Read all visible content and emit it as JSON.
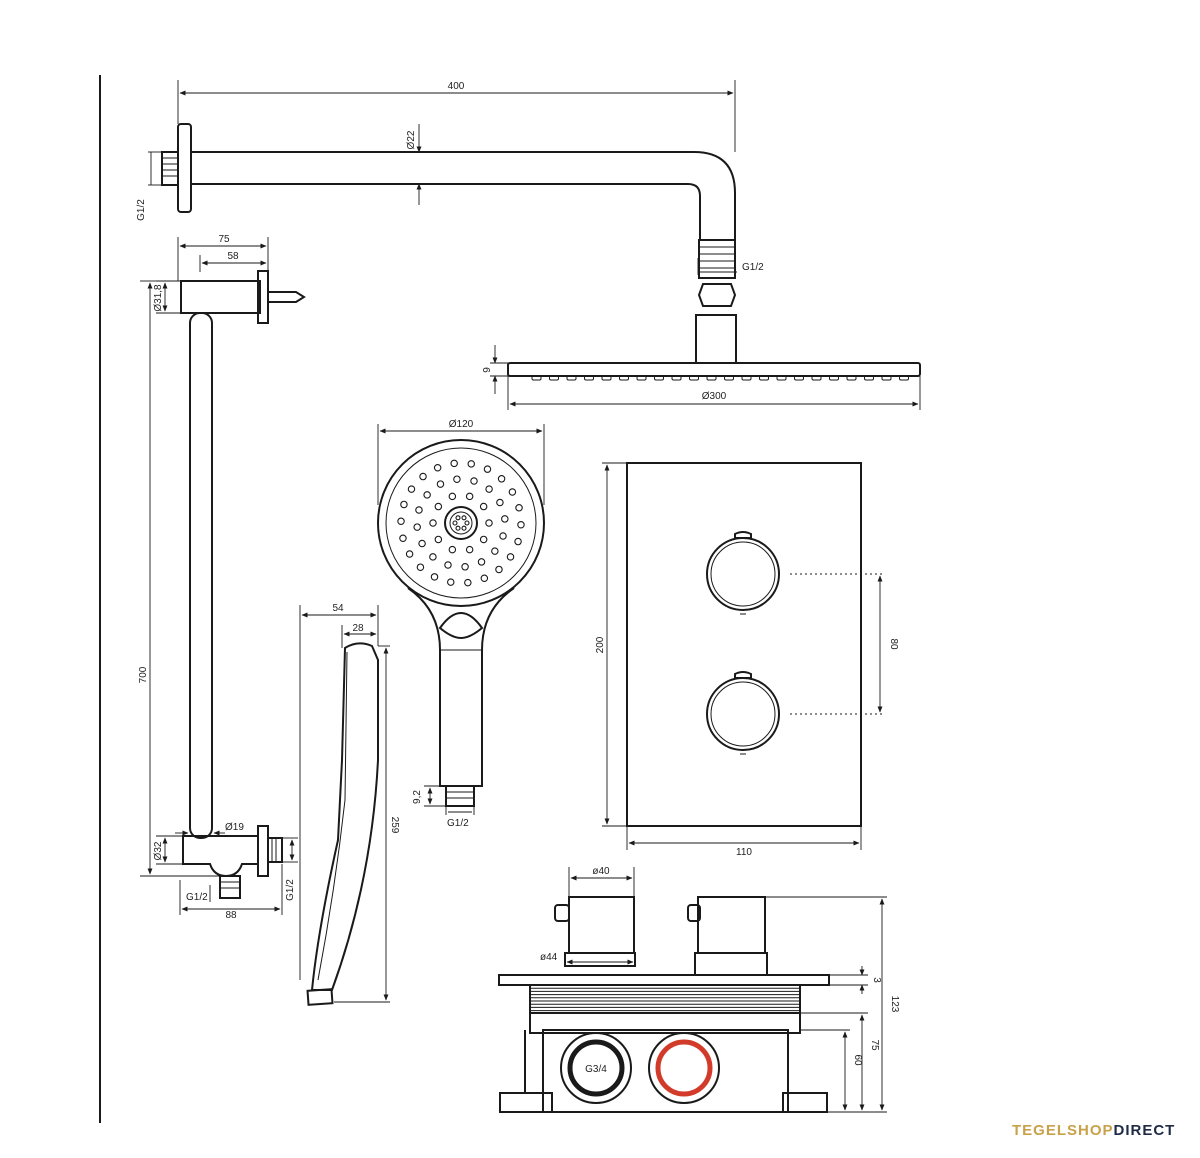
{
  "brand": {
    "part1": "TEGELSHOP",
    "part2": "DIRECT",
    "color1": "#c8a24a",
    "color2": "#1f2a44"
  },
  "colors": {
    "line": "#1a1a1a",
    "cold_ring": "#1a1a1a",
    "hot_ring": "#d23a2a"
  },
  "dims": {
    "arm_length": "400",
    "arm_diameter": "Ø22",
    "arm_thread": "G1/2",
    "head_thread": "G1/2",
    "head_thickness": "9",
    "head_diameter": "Ø300",
    "holder_depth": "75",
    "holder_depth2": "58",
    "holder_diameter": "Ø31,8",
    "rail_length": "700",
    "rail_diameter": "Ø19",
    "bottom_diameter": "Ø32",
    "bottom_thread_left": "G1/2",
    "bottom_width": "88",
    "bottom_thread_right": "G1/2",
    "handshower_diameter": "Ø120",
    "handshower_thread_height": "9,2",
    "handshower_thread": "G1/2",
    "side_width": "54",
    "side_width2": "28",
    "side_length": "259",
    "plate_height": "200",
    "knob_spacing": "80",
    "plate_width": "110",
    "valve_diameter": "ø40",
    "valve_base_diameter": "ø44",
    "valve_plate": "3",
    "valve_total": "123",
    "valve_body": "75",
    "valve_box": "60",
    "valve_connection": "G3/4"
  }
}
